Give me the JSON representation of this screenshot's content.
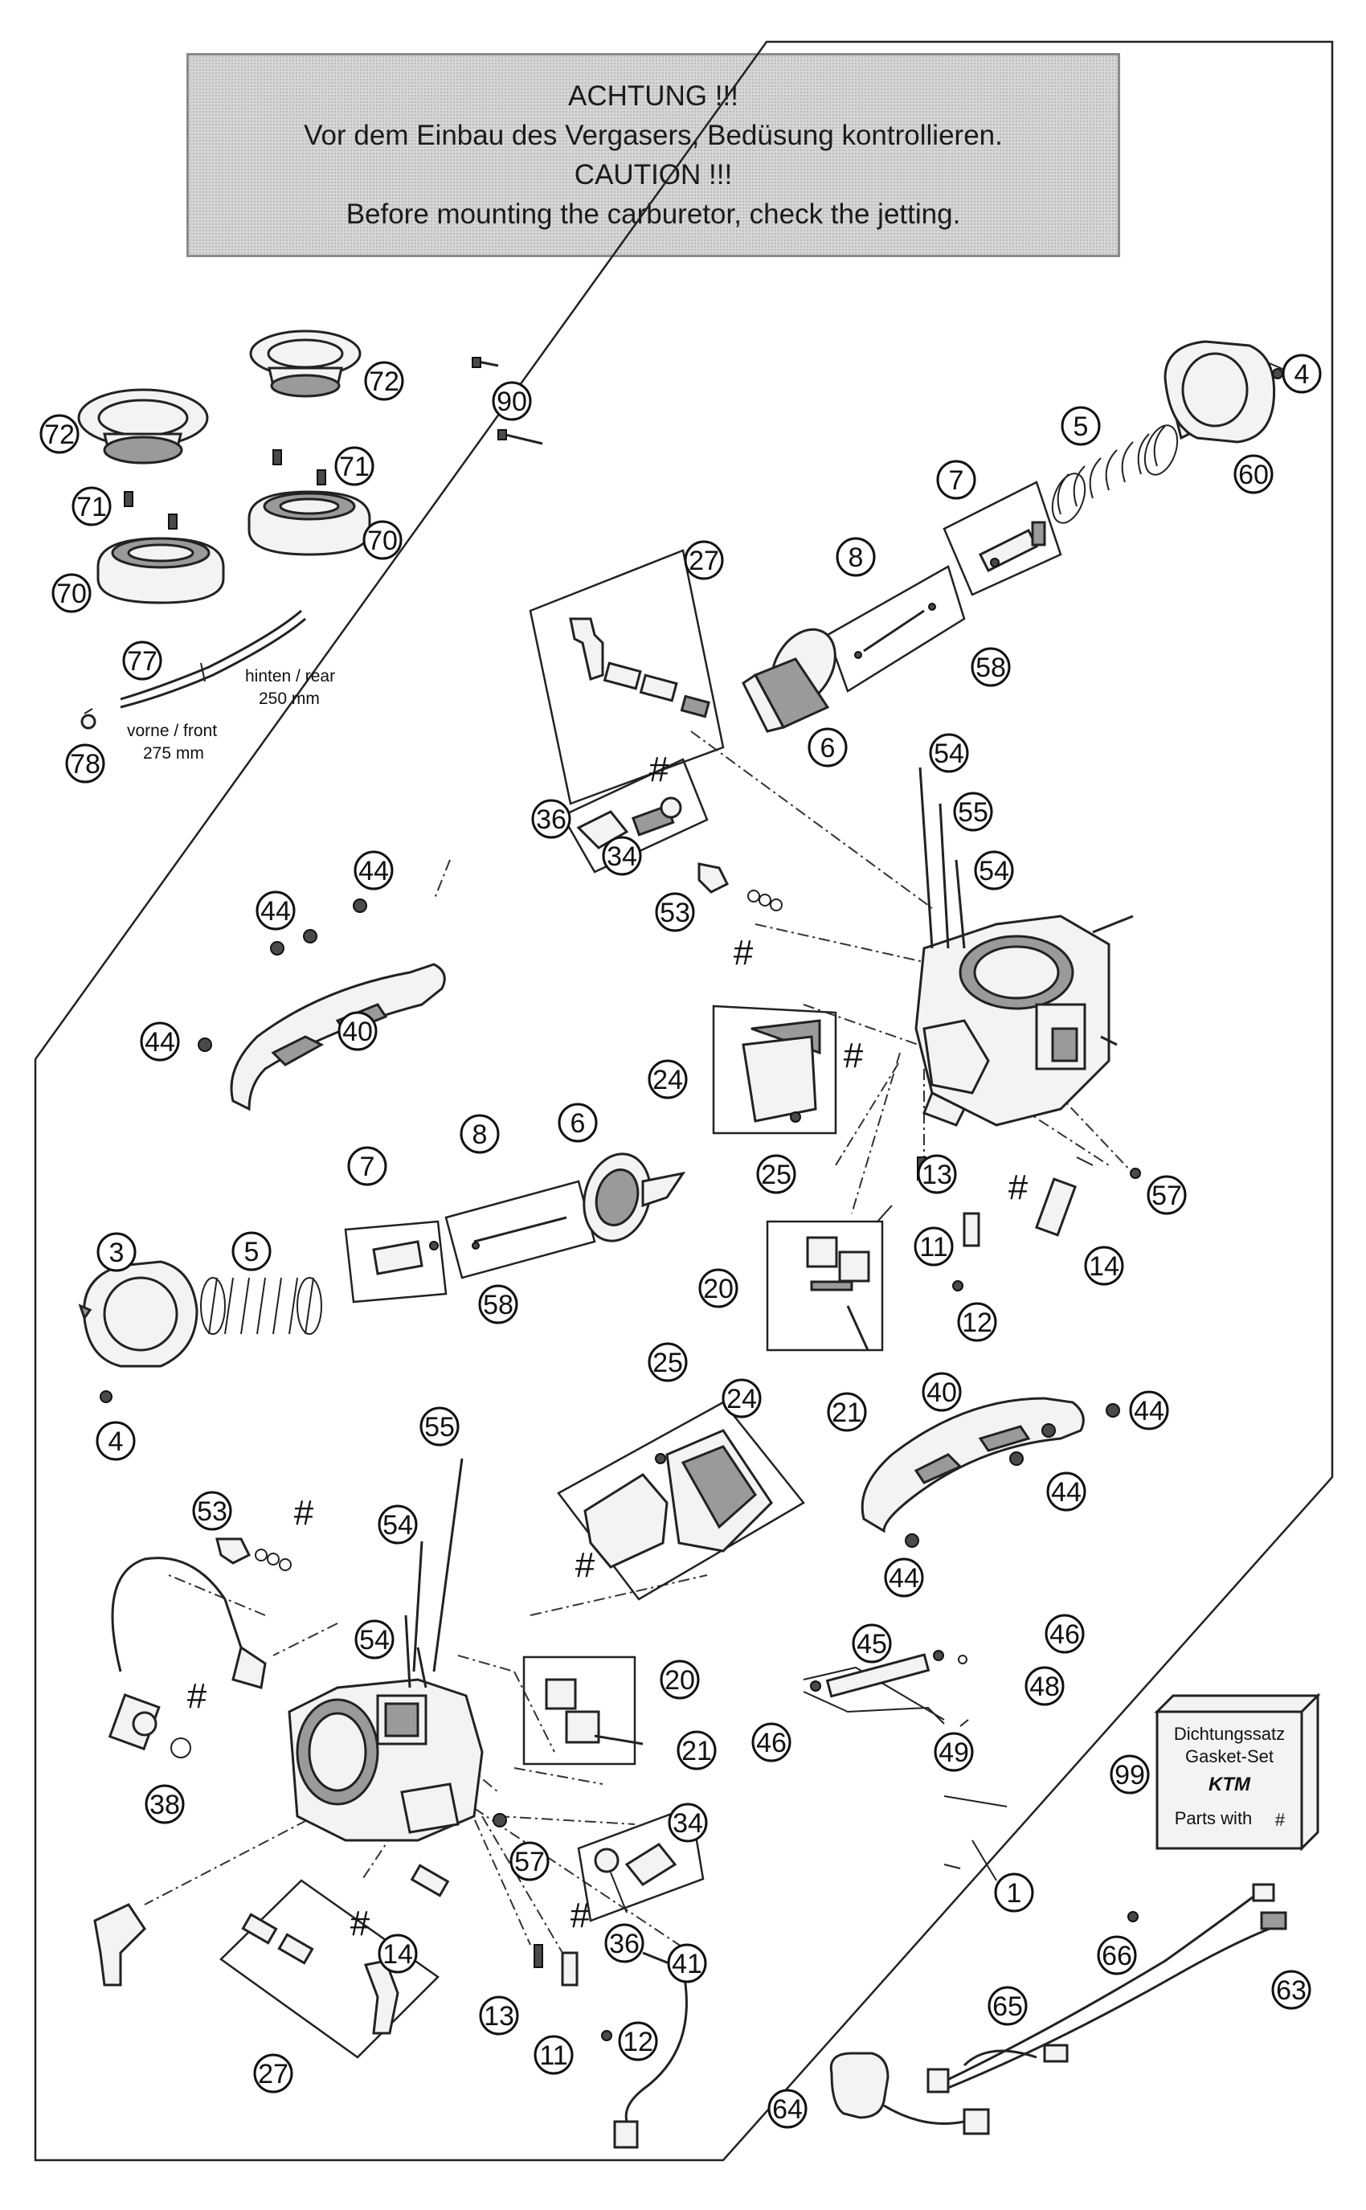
{
  "warning": {
    "line1": "ACHTUNG !!!",
    "line2": "Vor dem Einbau des Vergasers, Bedüsung kontrollieren.",
    "line3": "CAUTION !!!",
    "line4": "Before mounting the carburetor, check the jetting."
  },
  "hose_note": {
    "rear_label": "hinten / rear",
    "rear_length": "250 mm",
    "front_label": "vorne / front",
    "front_length": "275 mm"
  },
  "gasket_kit": {
    "line1": "Dichtungssatz",
    "line2": "Gasket-Set",
    "brand": "KTM",
    "line3": "Parts with",
    "symbol": "#"
  },
  "hash_symbol": "#",
  "callouts": [
    {
      "label": "72"
    },
    {
      "label": "72"
    },
    {
      "label": "90"
    },
    {
      "label": "71"
    },
    {
      "label": "71"
    },
    {
      "label": "70"
    },
    {
      "label": "70"
    },
    {
      "label": "77"
    },
    {
      "label": "78"
    },
    {
      "label": "4"
    },
    {
      "label": "5"
    },
    {
      "label": "60"
    },
    {
      "label": "7"
    },
    {
      "label": "8"
    },
    {
      "label": "27"
    },
    {
      "label": "58"
    },
    {
      "label": "6"
    },
    {
      "label": "54"
    },
    {
      "label": "55"
    },
    {
      "label": "54"
    },
    {
      "label": "36"
    },
    {
      "label": "34"
    },
    {
      "label": "53"
    },
    {
      "label": "44"
    },
    {
      "label": "44"
    },
    {
      "label": "44"
    },
    {
      "label": "40"
    },
    {
      "label": "24"
    },
    {
      "label": "25"
    },
    {
      "label": "13"
    },
    {
      "label": "57"
    },
    {
      "label": "14"
    },
    {
      "label": "11"
    },
    {
      "label": "12"
    },
    {
      "label": "20"
    },
    {
      "label": "21"
    },
    {
      "label": "3"
    },
    {
      "label": "5"
    },
    {
      "label": "7"
    },
    {
      "label": "8"
    },
    {
      "label": "6"
    },
    {
      "label": "58"
    },
    {
      "label": "4"
    },
    {
      "label": "25"
    },
    {
      "label": "24"
    },
    {
      "label": "40"
    },
    {
      "label": "44"
    },
    {
      "label": "44"
    },
    {
      "label": "44"
    },
    {
      "label": "55"
    },
    {
      "label": "53"
    },
    {
      "label": "54"
    },
    {
      "label": "54"
    },
    {
      "label": "20"
    },
    {
      "label": "21"
    },
    {
      "label": "38"
    },
    {
      "label": "45"
    },
    {
      "label": "46"
    },
    {
      "label": "46"
    },
    {
      "label": "48"
    },
    {
      "label": "49"
    },
    {
      "label": "99"
    },
    {
      "label": "34"
    },
    {
      "label": "57"
    },
    {
      "label": "36"
    },
    {
      "label": "14"
    },
    {
      "label": "13"
    },
    {
      "label": "11"
    },
    {
      "label": "12"
    },
    {
      "label": "41"
    },
    {
      "label": "1"
    },
    {
      "label": "66"
    },
    {
      "label": "63"
    },
    {
      "label": "65"
    },
    {
      "label": "27"
    },
    {
      "label": "64"
    }
  ],
  "colors": {
    "banner_background": "#d6d6d6",
    "banner_border": "#8a8a8a",
    "line_art": "#222222"
  }
}
